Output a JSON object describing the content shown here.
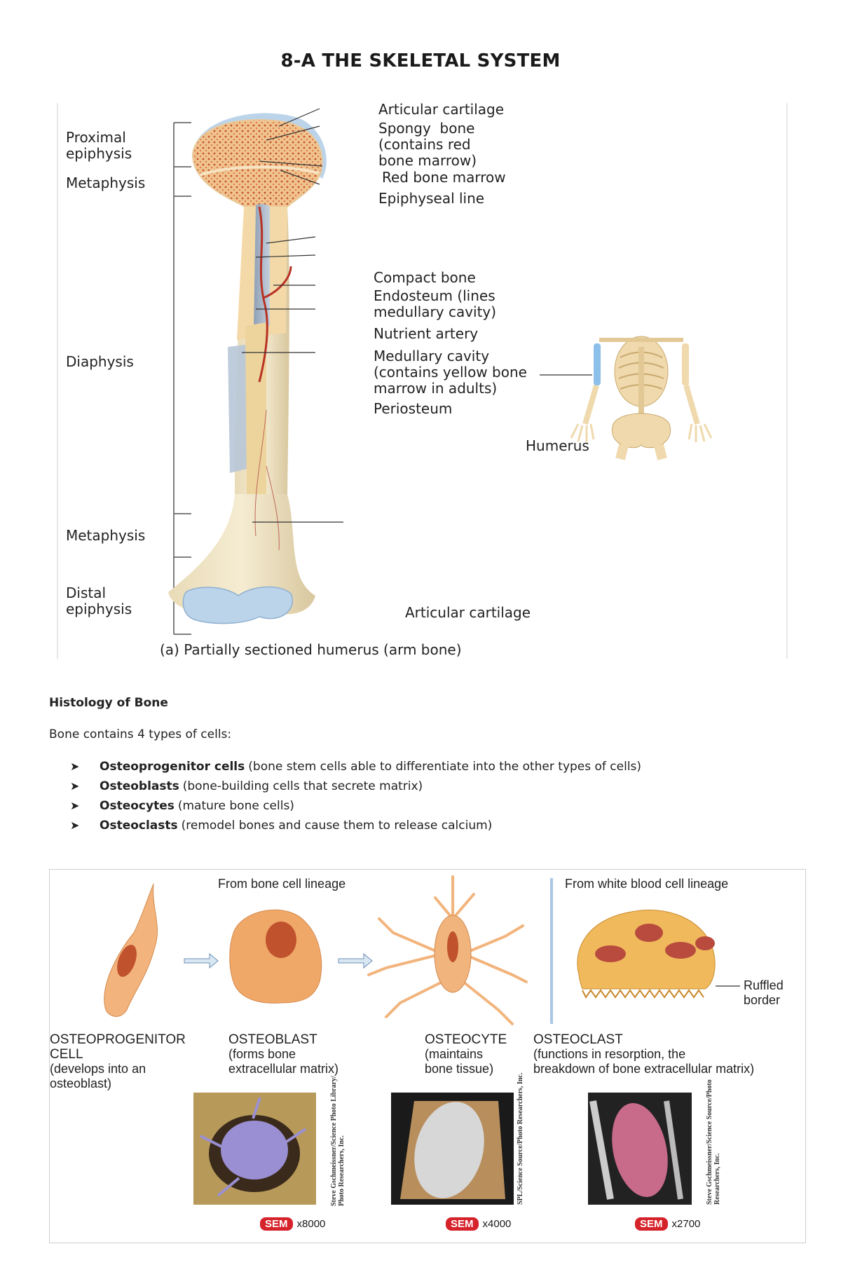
{
  "page_title": "8-A THE SKELETAL SYSTEM",
  "figure1": {
    "left_labels": {
      "proximal_epiphysis": "Proximal\nepiphysis",
      "metaphysis_top": "Metaphysis",
      "diaphysis": "Diaphysis",
      "metaphysis_bottom": "Metaphysis",
      "distal_epiphysis": "Distal\nepiphysis"
    },
    "right_labels": {
      "articular_cartilage_top": "Articular cartilage",
      "spongy_bone": "Spongy  bone\n(contains red\nbone marrow)",
      "red_bone_marrow": "Red bone marrow",
      "epiphyseal_line": "Epiphyseal line",
      "compact_bone": "Compact bone",
      "endosteum": "Endosteum (lines\nmedullary cavity)",
      "nutrient_artery": "Nutrient artery",
      "medullary_cavity": "Medullary cavity\n(contains yellow bone\nmarrow in adults)",
      "periosteum": "Periosteum",
      "humerus": "Humerus",
      "articular_cartilage_bottom": "Articular cartilage"
    },
    "caption": "(a) Partially sectioned humerus (arm bone)"
  },
  "histology": {
    "heading": "Histology of Bone",
    "intro": "Bone contains 4 types of cells:",
    "cells": [
      {
        "name": "Osteoprogenitor cells",
        "desc": "(bone stem cells able to differentiate into the other types of cells)"
      },
      {
        "name": "Osteoblasts",
        "desc": "(bone-building cells that secrete matrix)"
      },
      {
        "name": "Osteocytes",
        "desc": "(mature bone cells)"
      },
      {
        "name": "Osteoclasts",
        "desc": "(remodel bones and cause them to release calcium)"
      }
    ]
  },
  "figure2": {
    "lineage_bone": "From bone cell lineage",
    "lineage_wbc": "From white blood cell lineage",
    "ruffled_border": "Ruffled\nborder",
    "cells": [
      {
        "name": "OSTEOPROGENITOR\nCELL",
        "desc": "(develops into an\nosteoblast)"
      },
      {
        "name": "OSTEOBLAST",
        "desc": "(forms bone\nextracellular matrix)"
      },
      {
        "name": "OSTEOCYTE",
        "desc": "(maintains\nbone tissue)"
      },
      {
        "name": "OSTEOCLAST",
        "desc": "(functions in resorption, the\nbreakdown of bone extracellular matrix)"
      }
    ],
    "micrographs": [
      {
        "badge": "SEM",
        "mag": "x8000",
        "credit": "Steve Gschmeissner/Science Photo Library/\nPhoto Researchers, Inc."
      },
      {
        "badge": "SEM",
        "mag": "x4000",
        "credit": "SPL/Science Source/Photo Researchers, Inc."
      },
      {
        "badge": "SEM",
        "mag": "x2700",
        "credit": "Steve Gschmeissner/Science Source/Photo\nResearchers, Inc."
      }
    ]
  }
}
